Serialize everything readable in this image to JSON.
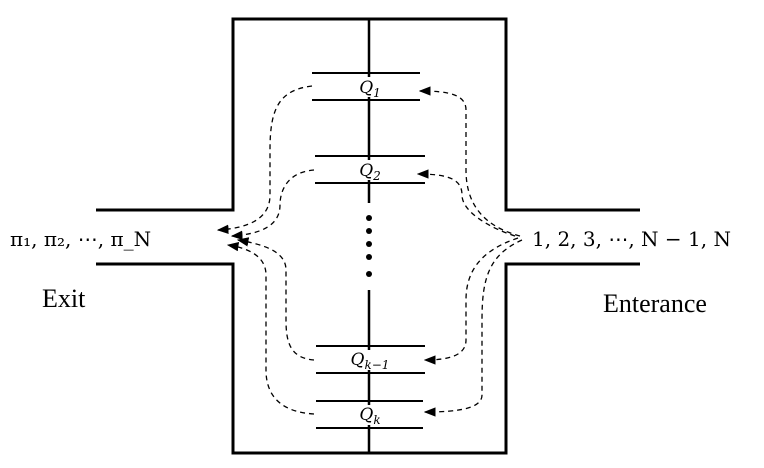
{
  "labels": {
    "exit_sequence": "π₁, π₂, ⋯, π_N",
    "entrance_sequence": "1, 2, 3, ⋯, N − 1, N",
    "exit": "Exit",
    "entrance": "Enterance"
  },
  "queues": [
    {
      "main": "Q",
      "sub": "1"
    },
    {
      "main": "Q",
      "sub": "2"
    },
    {
      "main": "Q",
      "sub": "k−1"
    },
    {
      "main": "Q",
      "sub": "k"
    }
  ]
}
